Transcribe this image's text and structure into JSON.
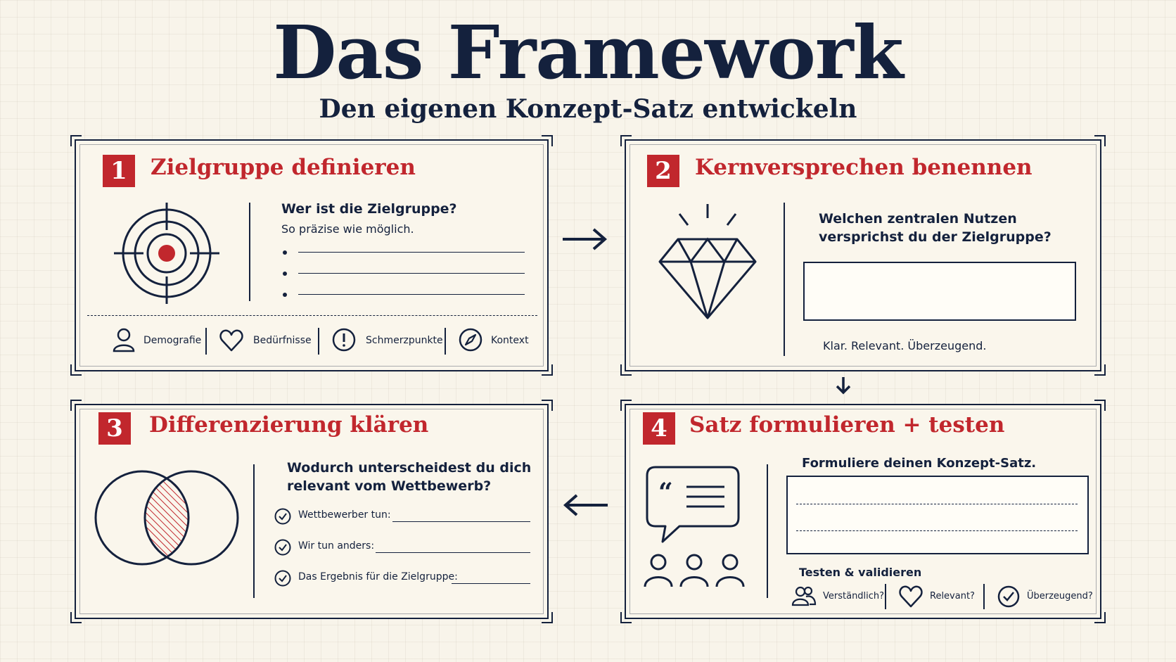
{
  "header": {
    "title": "Das Framework",
    "subtitle": "Den eigenen Konzept-Satz entwickeln"
  },
  "colors": {
    "accent": "#c1272d",
    "ink": "#14213d",
    "paper": "#f8f4ea"
  },
  "steps": [
    {
      "number": "1",
      "title": "Zielgruppe definieren",
      "icon": "target-icon",
      "question": "Wer ist die Zielgruppe?",
      "hint": "So präzise wie möglich.",
      "footer": [
        {
          "icon": "person-icon",
          "label": "Demografie"
        },
        {
          "icon": "heart-icon",
          "label": "Bedürfnisse"
        },
        {
          "icon": "exclamation-icon",
          "label": "Schmerzpunkte"
        },
        {
          "icon": "compass-icon",
          "label": "Kontext"
        }
      ]
    },
    {
      "number": "2",
      "title": "Kernversprechen benennen",
      "icon": "diamond-icon",
      "question_line1": "Welchen zentralen Nutzen",
      "question_line2": "versprichst du der Zielgruppe?",
      "note": "Klar. Relevant. Überzeugend."
    },
    {
      "number": "3",
      "title": "Differenzierung klären",
      "icon": "venn-diagram-icon",
      "question_line1": "Wodurch unterscheidest du dich",
      "question_line2": "relevant vom Wettbewerb?",
      "checks": [
        "Wettbewerber tun:",
        "Wir tun anders:",
        "Das Ergebnis für die Zielgruppe:"
      ]
    },
    {
      "number": "4",
      "title": "Satz formulieren + testen",
      "icon": "speech-bubble-icon",
      "prompt": "Formuliere deinen Konzept-Satz.",
      "test_title": "Testen & validieren",
      "tests": [
        {
          "icon": "people-icon",
          "label": "Verständlich?"
        },
        {
          "icon": "heart-icon",
          "label": "Relevant?"
        },
        {
          "icon": "check-circle-icon",
          "label": "Überzeugend?"
        }
      ]
    }
  ]
}
